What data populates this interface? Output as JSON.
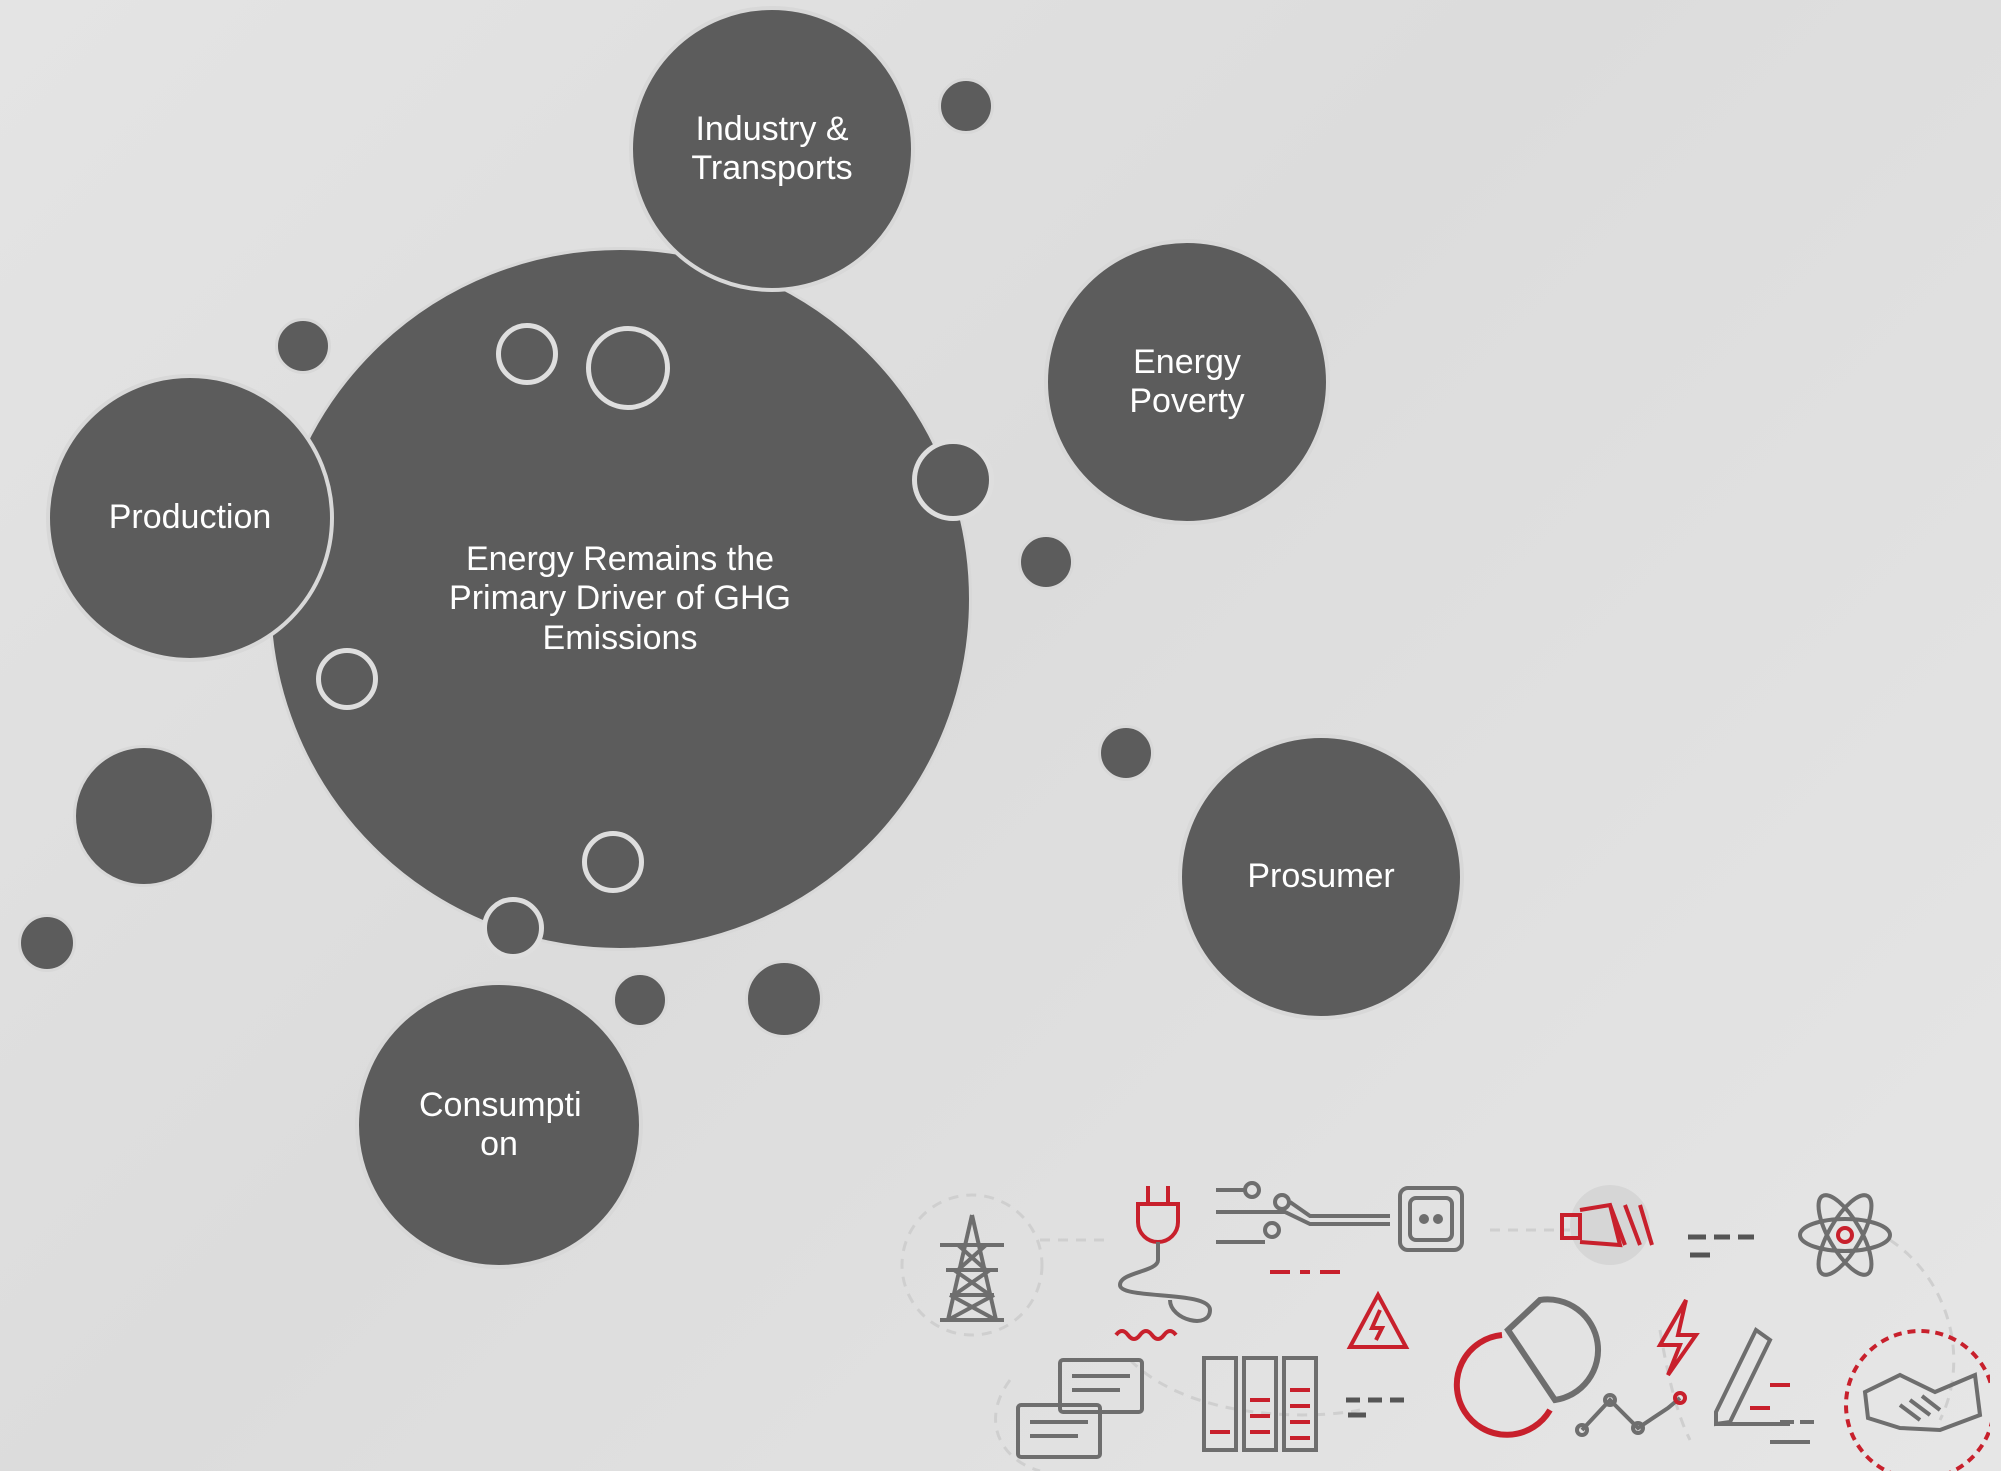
{
  "diagram": {
    "center_label": "Energy Remains the Primary Driver of GHG Emissions",
    "nodes": {
      "industry": "Industry & Transports",
      "poverty": "Energy Poverty",
      "production": "Production",
      "prosumer": "Prosumer",
      "consumption": "Consumpti on"
    }
  },
  "colors": {
    "bubble": "#5c5c5c",
    "outline": "#dedede",
    "icon_gray": "#6e6e6e",
    "icon_red": "#c8202c"
  },
  "icons": [
    "power-tower-icon",
    "plug-icon",
    "circuit-icon",
    "socket-icon",
    "light-bulb-icon",
    "atom-icon",
    "chat-icon",
    "battery-icon",
    "warning-icon",
    "pie-chart-icon",
    "lightning-icon",
    "line-graph-icon",
    "pencil-icon",
    "handshake-icon"
  ]
}
